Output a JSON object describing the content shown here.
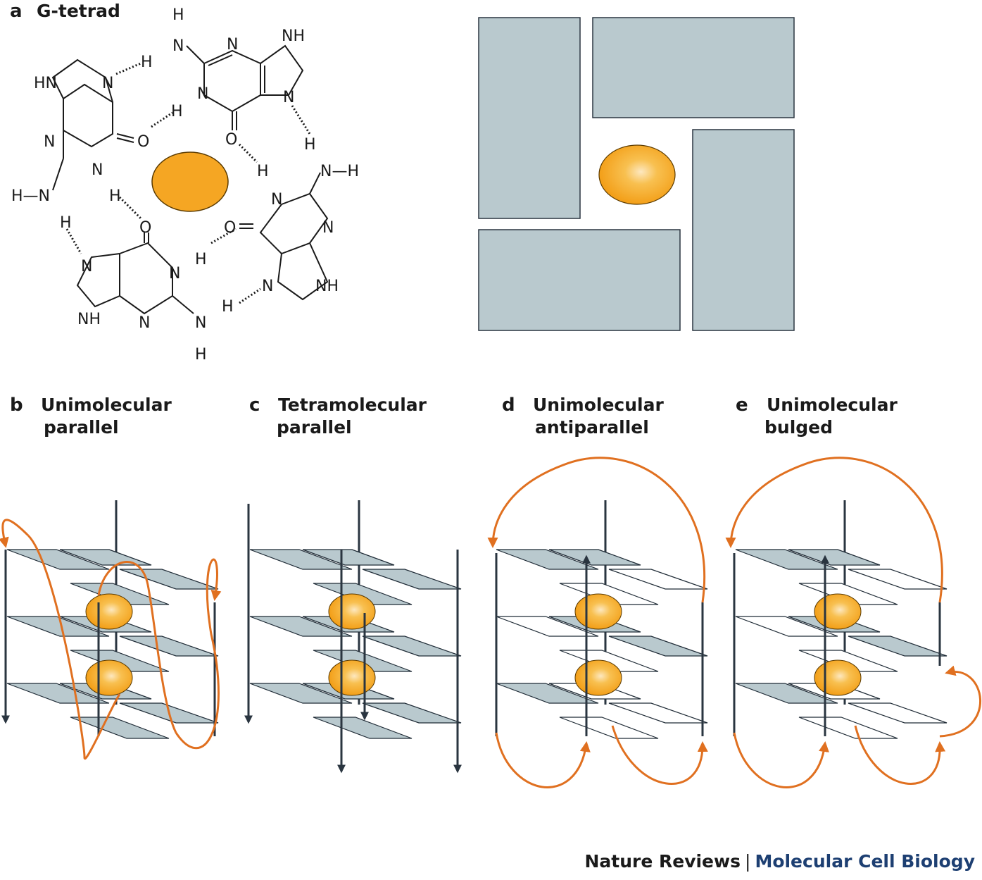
{
  "panels": {
    "a": {
      "letter": "a",
      "title": "G-tetrad"
    },
    "b": {
      "letter": "b",
      "title_line1": "Unimolecular",
      "title_line2": "parallel"
    },
    "c": {
      "letter": "c",
      "title_line1": "Tetramolecular",
      "title_line2": "parallel"
    },
    "d": {
      "letter": "d",
      "title_line1": "Unimolecular",
      "title_line2": "antiparallel"
    },
    "e": {
      "letter": "e",
      "title_line1": "Unimolecular",
      "title_line2": "bulged"
    }
  },
  "atoms": {
    "H": "H",
    "N": "N",
    "NH": "NH",
    "HN": "HN",
    "O": "O",
    "NH_H": "N—H",
    "H_N": "H—N"
  },
  "footer": {
    "journal": "Nature Reviews",
    "separator": "|",
    "subjournal": "Molecular Cell Biology"
  },
  "colors": {
    "plate": "#b9c9ce",
    "plate_stroke": "#1f2b36",
    "ion": "#f5a623",
    "loop": "#e07020",
    "strand": "#2a3540"
  }
}
